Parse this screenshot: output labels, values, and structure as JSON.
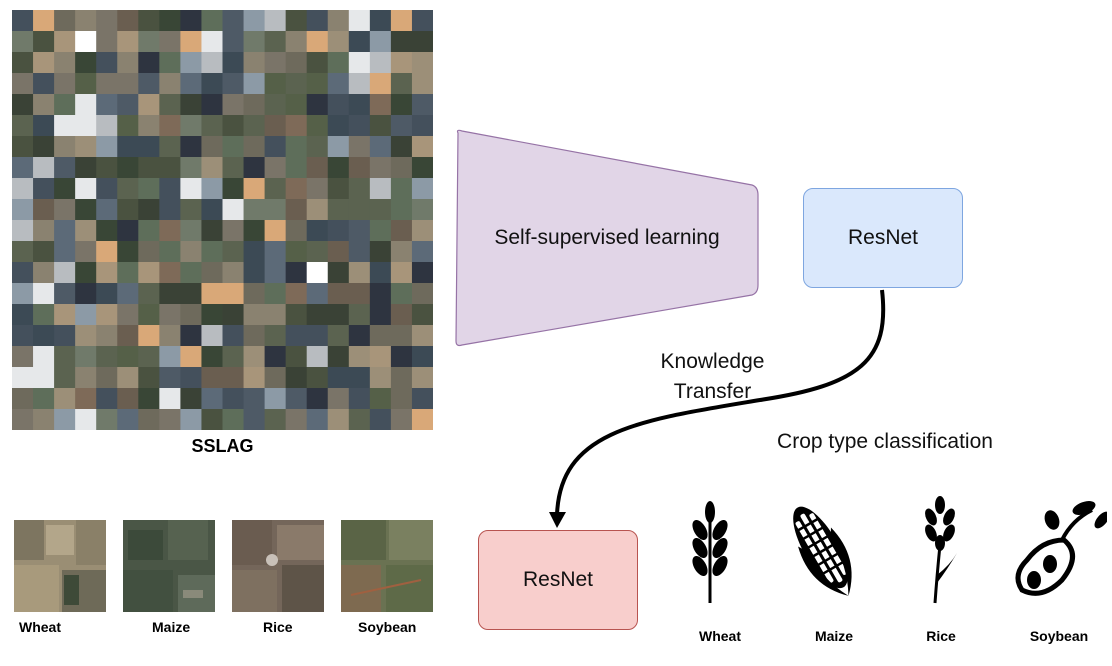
{
  "dataset": {
    "title": "SSLAG",
    "samples": [
      {
        "label": "Wheat",
        "color": "#8a7f68"
      },
      {
        "label": "Maize",
        "color": "#4e5a4a"
      },
      {
        "label": "Rice",
        "color": "#7a6a5a"
      },
      {
        "label": "Soybean",
        "color": "#6a7050"
      }
    ]
  },
  "pipeline": {
    "ssl_label": "Self-supervised learning",
    "ssl_color": "#e1d5e7",
    "ssl_border": "#9673a6",
    "resnet_top": "ResNet",
    "resnet_bottom": "ResNet",
    "transfer_line1": "Knowledge",
    "transfer_line2": "Transfer"
  },
  "classification": {
    "title": "Crop type classification",
    "crops": [
      {
        "label": "Wheat",
        "icon": "wheat-icon"
      },
      {
        "label": "Maize",
        "icon": "maize-icon"
      },
      {
        "label": "Rice",
        "icon": "rice-icon"
      },
      {
        "label": "Soybean",
        "icon": "soybean-icon"
      }
    ]
  }
}
